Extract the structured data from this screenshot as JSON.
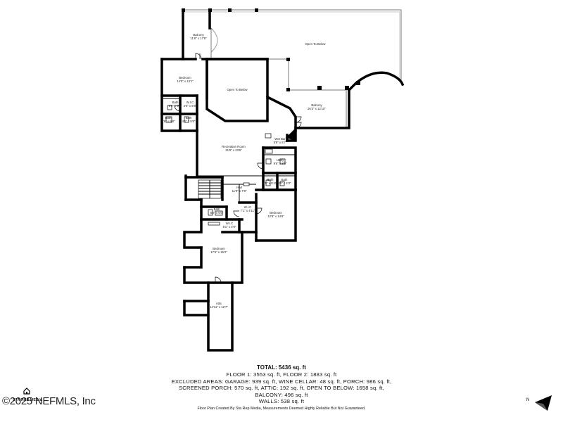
{
  "rooms": {
    "balcony_top": {
      "name": "Balcony",
      "dims": "11'8\" x 17'8\""
    },
    "open_below_top": {
      "name": "Open To Below"
    },
    "bedroom_nw": {
      "name": "Bedroom",
      "dims": "14'0\" x 13'1\""
    },
    "open_below_center": {
      "name": "Open To Below"
    },
    "bath_1": {
      "name": "Bath",
      "dims": "5'9\" x 5'9\""
    },
    "wic_1": {
      "name": "W.I.C",
      "dims": "4'0\" x 5'9\""
    },
    "bath_2": {
      "name": "Bath",
      "dims": "4'8\" x 5'8\""
    },
    "bath_3": {
      "name": "Bath",
      "dims": "4'6\" x 5'8\""
    },
    "balcony_right": {
      "name": "Balcony",
      "dims": "26'3\" x 12'10\""
    },
    "wet_bar": {
      "name": "Wet Bar",
      "dims": "5'9\" x 5'7\""
    },
    "recreation_room": {
      "name": "Recreation Room",
      "dims": "31'8\" x 23'5\""
    },
    "utility": {
      "name": "Utility",
      "dims": "9'6\" x 8'0\""
    },
    "bath_4": {
      "name": "Bath",
      "dims": "5'8\" x 5'10\""
    },
    "bath_5": {
      "name": "Bath",
      "dims": "5'6\" x 4'3\""
    },
    "hall": {
      "name": "Hall",
      "dims": "11'9\" x 7'8\""
    },
    "bath_6": {
      "name": "Bath",
      "dims": "8'2\" x 5'0\""
    },
    "wic_2": {
      "name": "W.I.C",
      "dims": "7'1\" x 4'11\""
    },
    "bedroom_e": {
      "name": "Bedroom",
      "dims": "12'8\" x 14'6\""
    },
    "wic_3": {
      "name": "W.I.C",
      "dims": "6'1\" x 4'9\""
    },
    "bedroom_s": {
      "name": "Bedroom",
      "dims": "17'6\" x 16'2\""
    },
    "attic": {
      "name": "Attic",
      "dims": "14'11\" x 12'7\""
    }
  },
  "summary": {
    "total": "TOTAL: 5436 sq. ft",
    "lines": [
      "FLOOR 1: 3553 sq. ft, FLOOR 2: 1883 sq. ft",
      "EXCLUDED AREAS: GARAGE: 939 sq. ft, WINE CELLAR: 48 sq. ft, PORCH: 986 sq. ft,",
      "SCREENED PORCH: 570 sq. ft, ATTIC: 192 sq. ft, OPEN TO BELOW: 1658 sq. ft,",
      "BALCONY: 496 sq. ft",
      "WALLS: 538 sq. ft"
    ]
  },
  "disclaimer": "Floor Plan Created By Sta Rep Media, Measurements Deemed Highly Reliable But Not Guaranteed.",
  "brand": {
    "name": "STA REP MEDIA",
    "icon": "house-logo-icon"
  },
  "copyright": "©2025 NEFMLS, Inc",
  "compass": {
    "label": "N",
    "icon": "north-arrow-icon"
  }
}
